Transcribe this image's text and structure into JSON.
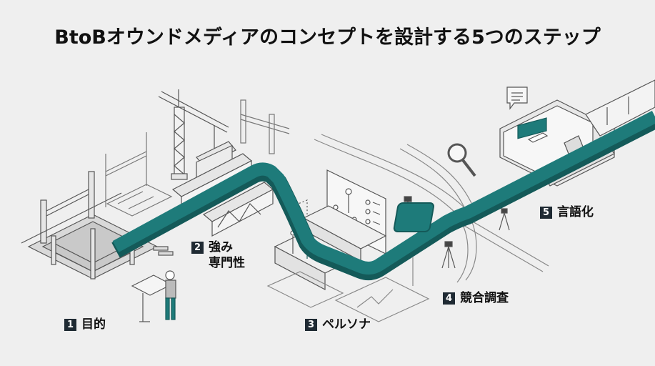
{
  "header": {
    "title": "BtoBオウンドメディアのコンセプトを設計する5つのステップ"
  },
  "colors": {
    "pipe": "#1e7b7a",
    "pipe_dark": "#145a59",
    "badge": "#1f2a33",
    "background": "#efefef",
    "line": "#555555"
  },
  "steps": [
    {
      "number": "1",
      "label": "目的",
      "icon": "foundation-pit-icon"
    },
    {
      "number": "2",
      "label": "強み",
      "label2": "専門性",
      "icon": "crane-icon"
    },
    {
      "number": "3",
      "label": "ペルソナ",
      "icon": "persona-board-icon"
    },
    {
      "number": "4",
      "label": "競合調査",
      "icon": "magnifier-survey-icon"
    },
    {
      "number": "5",
      "label": "言語化",
      "icon": "station-speech-icon"
    }
  ]
}
